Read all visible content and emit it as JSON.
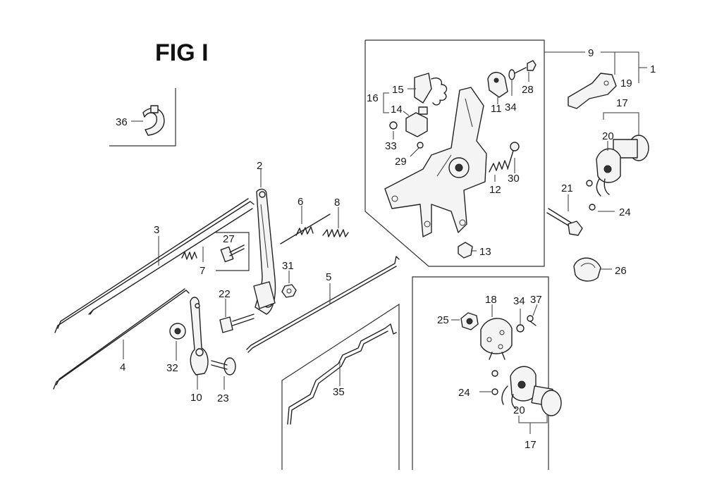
{
  "figure": {
    "title": "FIG I"
  },
  "callouts": {
    "c1": "1",
    "c2": "2",
    "c3": "3",
    "c4": "4",
    "c5": "5",
    "c6": "6",
    "c7": "7",
    "c8": "8",
    "c9": "9",
    "c10": "10",
    "c11": "11",
    "c12": "12",
    "c13": "13",
    "c14": "14",
    "c15": "15",
    "c16": "16",
    "c17a": "17",
    "c17b": "17",
    "c18": "18",
    "c19": "19",
    "c20a": "20",
    "c20b": "20",
    "c21": "21",
    "c22": "22",
    "c23": "23",
    "c24a": "24",
    "c24b": "24",
    "c25": "25",
    "c26": "26",
    "c27": "27",
    "c28": "28",
    "c29": "29",
    "c30": "30",
    "c31": "31",
    "c32": "32",
    "c33": "33",
    "c34a": "34",
    "c34b": "34",
    "c35": "35",
    "c36": "36",
    "c37": "37"
  }
}
